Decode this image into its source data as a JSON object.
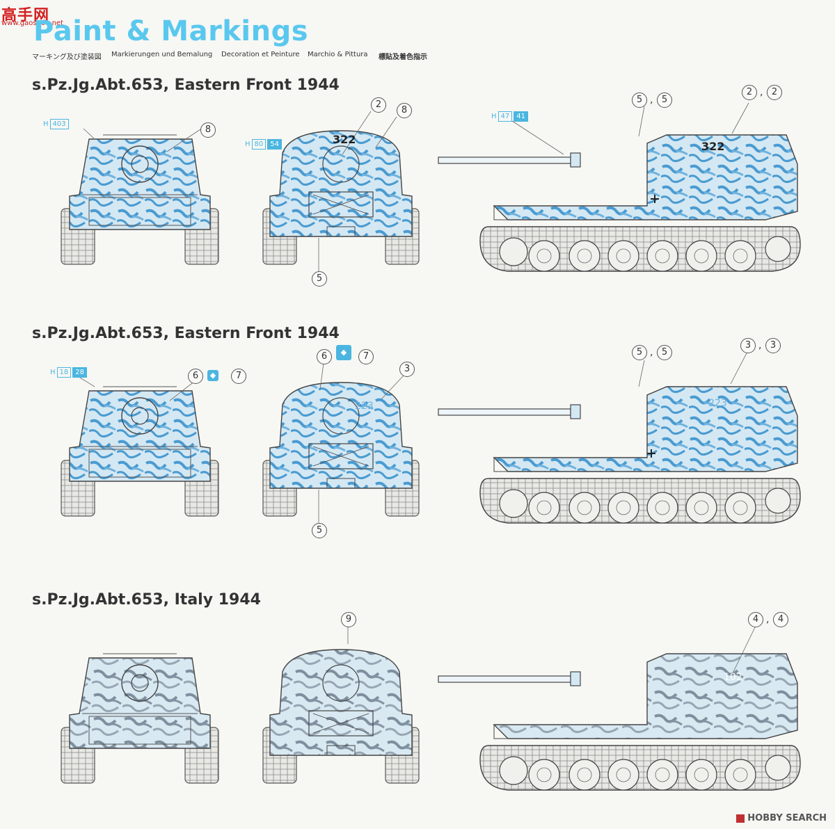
{
  "watermark": {
    "cn": "高手网",
    "url": "www.gaoshou.net"
  },
  "title": "Paint & Markings",
  "subtitles": [
    "マーキング及び塗装図",
    "Markierungen und Bemalung",
    "Decoration et Peinture",
    "Marchio & Pittura",
    "標貼及着色指示"
  ],
  "sections": [
    {
      "heading": "s.Pz.Jg.Abt.653, Eastern Front 1944",
      "front": {
        "h_label": "H",
        "h_a": "403",
        "h_b": "",
        "callout": "8"
      },
      "rear": {
        "h_label": "H",
        "h_a": "80",
        "h_b": "54",
        "callouts": [
          "2",
          "8",
          "5"
        ],
        "number": "322"
      },
      "side": {
        "h_label": "H",
        "h_a": "47",
        "h_b": "41",
        "callouts": [
          "5",
          "5",
          "2",
          "2"
        ],
        "number": "322"
      }
    },
    {
      "heading": "s.Pz.Jg.Abt.653, Eastern Front 1944",
      "front": {
        "h_label": "H",
        "h_a": "18",
        "h_b": "28",
        "callouts": [
          "6",
          "7"
        ]
      },
      "rear": {
        "callouts": [
          "6",
          "7",
          "3",
          "5"
        ],
        "number": "223"
      },
      "side": {
        "callouts": [
          "5",
          "5",
          "3",
          "3"
        ],
        "number": "223"
      }
    },
    {
      "heading": "s.Pz.Jg.Abt.653, Italy 1944",
      "rear": {
        "callouts": [
          "9"
        ]
      },
      "side": {
        "callouts": [
          "4",
          "4"
        ],
        "number": "102"
      }
    }
  ],
  "footer": {
    "brand": "HOBBY SEARCH"
  },
  "colors": {
    "accent": "#5ac8ee",
    "camo_base": "#c9e2f0",
    "camo_stripe": "#4a9bd1",
    "camo_grey": "#8a9aaa"
  }
}
